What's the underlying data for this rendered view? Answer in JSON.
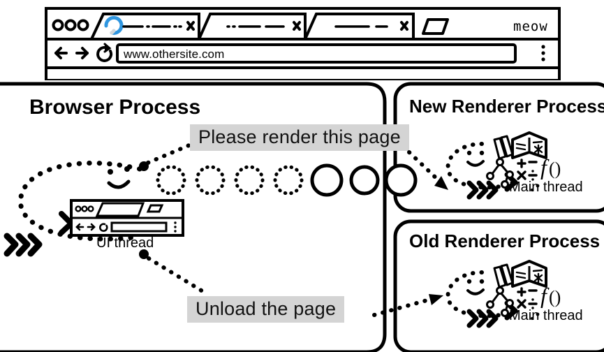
{
  "browser_window": {
    "name": "browser-chrome-mock",
    "brand_label": "meow",
    "tabs": [
      {
        "title_placeholder": "—·—··",
        "state": "loading",
        "has_close": true,
        "spinner_color": "#2f96e0"
      },
      {
        "title_placeholder": "··— —",
        "state": "idle",
        "has_close": true
      },
      {
        "title_placeholder": "—— –",
        "state": "idle",
        "has_close": true
      }
    ],
    "new_tab_button": "new-tab",
    "toolbar": {
      "back_icon": "back-arrow-icon",
      "forward_icon": "forward-arrow-icon",
      "reload_icon": "reload-icon",
      "url_value": "www.othersite.com",
      "menu_icon": "three-dot-menu-icon"
    }
  },
  "diagram": {
    "type": "navigation-process-diagram",
    "browser_process": {
      "title": "Browser Process",
      "thread_label": "UI thread",
      "thread_icon": "mini-browser-icon",
      "face_icon": "smiley-face-icon",
      "speed_icon": "chevron-speed-icon",
      "loop_icon": "dotted-loop-icon",
      "message_circles": {
        "dotted_count": 4,
        "solid_count": 3,
        "meaning": "ipc-message-in-flight"
      }
    },
    "messages": [
      {
        "text": "Please render this page",
        "from": "ui-thread",
        "to": "new-renderer-main-thread"
      },
      {
        "text": "Unload the page",
        "from": "ui-thread",
        "to": "old-renderer-main-thread"
      }
    ],
    "new_renderer_process": {
      "title": "New Renderer Process",
      "thread_label": "Main thread",
      "icons": [
        "smiley-face-icon",
        "book-icon",
        "pencils-icon",
        "dom-tree-icon",
        "math-operators-icon",
        "function-notation-icon",
        "chevron-speed-icon"
      ]
    },
    "old_renderer_process": {
      "title": "Old Renderer Process",
      "thread_label": "Main thread",
      "icons": [
        "smiley-face-icon",
        "book-icon",
        "pencils-icon",
        "dom-tree-icon",
        "math-operators-icon",
        "function-notation-icon",
        "chevron-speed-icon"
      ]
    }
  },
  "colors": {
    "ink": "#000000",
    "label_bg": "#d4d4d4",
    "spinner_blue": "#2f96e0",
    "page_bg": "#ffffff"
  }
}
